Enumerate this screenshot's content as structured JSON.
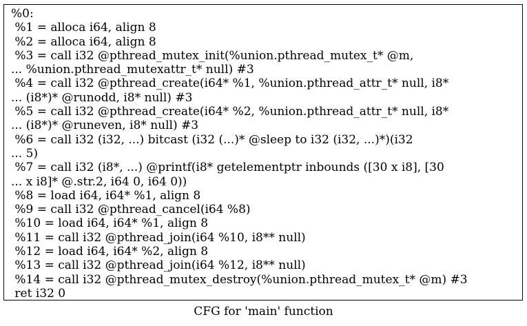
{
  "node": {
    "lines": [
      "%0:",
      " %1 = alloca i64, align 8",
      " %2 = alloca i64, align 8",
      " %3 = call i32 @pthread_mutex_init(%union.pthread_mutex_t* @m,",
      "... %union.pthread_mutexattr_t* null) #3",
      " %4 = call i32 @pthread_create(i64* %1, %union.pthread_attr_t* null, i8*",
      "... (i8*)* @runodd, i8* null) #3",
      " %5 = call i32 @pthread_create(i64* %2, %union.pthread_attr_t* null, i8*",
      "... (i8*)* @runeven, i8* null) #3",
      " %6 = call i32 (i32, ...) bitcast (i32 (...)* @sleep to i32 (i32, ...)*)(i32",
      "... 5)",
      " %7 = call i32 (i8*, ...) @printf(i8* getelementptr inbounds ([30 x i8], [30",
      "... x i8]* @.str.2, i64 0, i64 0))",
      " %8 = load i64, i64* %1, align 8",
      " %9 = call i32 @pthread_cancel(i64 %8)",
      " %10 = load i64, i64* %1, align 8",
      " %11 = call i32 @pthread_join(i64 %10, i8** null)",
      " %12 = load i64, i64* %2, align 8",
      " %13 = call i32 @pthread_join(i64 %12, i8** null)",
      " %14 = call i32 @pthread_mutex_destroy(%union.pthread_mutex_t* @m) #3",
      " ret i32 0"
    ]
  },
  "caption": "CFG for 'main' function"
}
